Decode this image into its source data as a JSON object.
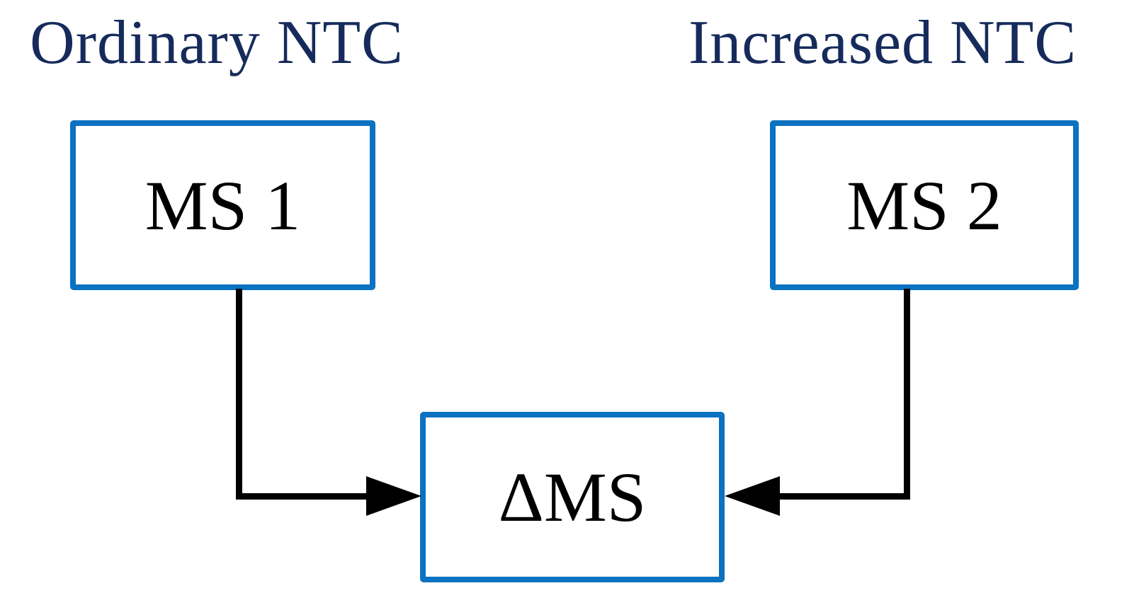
{
  "diagram": {
    "titles": {
      "left": "Ordinary NTC",
      "right": "Increased NTC"
    },
    "nodes": {
      "ms1": {
        "label": "MS 1"
      },
      "ms2": {
        "label": "MS 2"
      },
      "dms": {
        "label": "ΔMS"
      }
    },
    "edges": [
      {
        "from": "ms1",
        "to": "dms",
        "style": "elbow-down-right-arrow"
      },
      {
        "from": "ms2",
        "to": "dms",
        "style": "elbow-down-left-arrow"
      }
    ],
    "colors": {
      "box_border": "#0B72C1",
      "title_text": "#162B5B",
      "node_text": "#000000",
      "arrow": "#000000",
      "background": "#FFFFFF"
    }
  }
}
